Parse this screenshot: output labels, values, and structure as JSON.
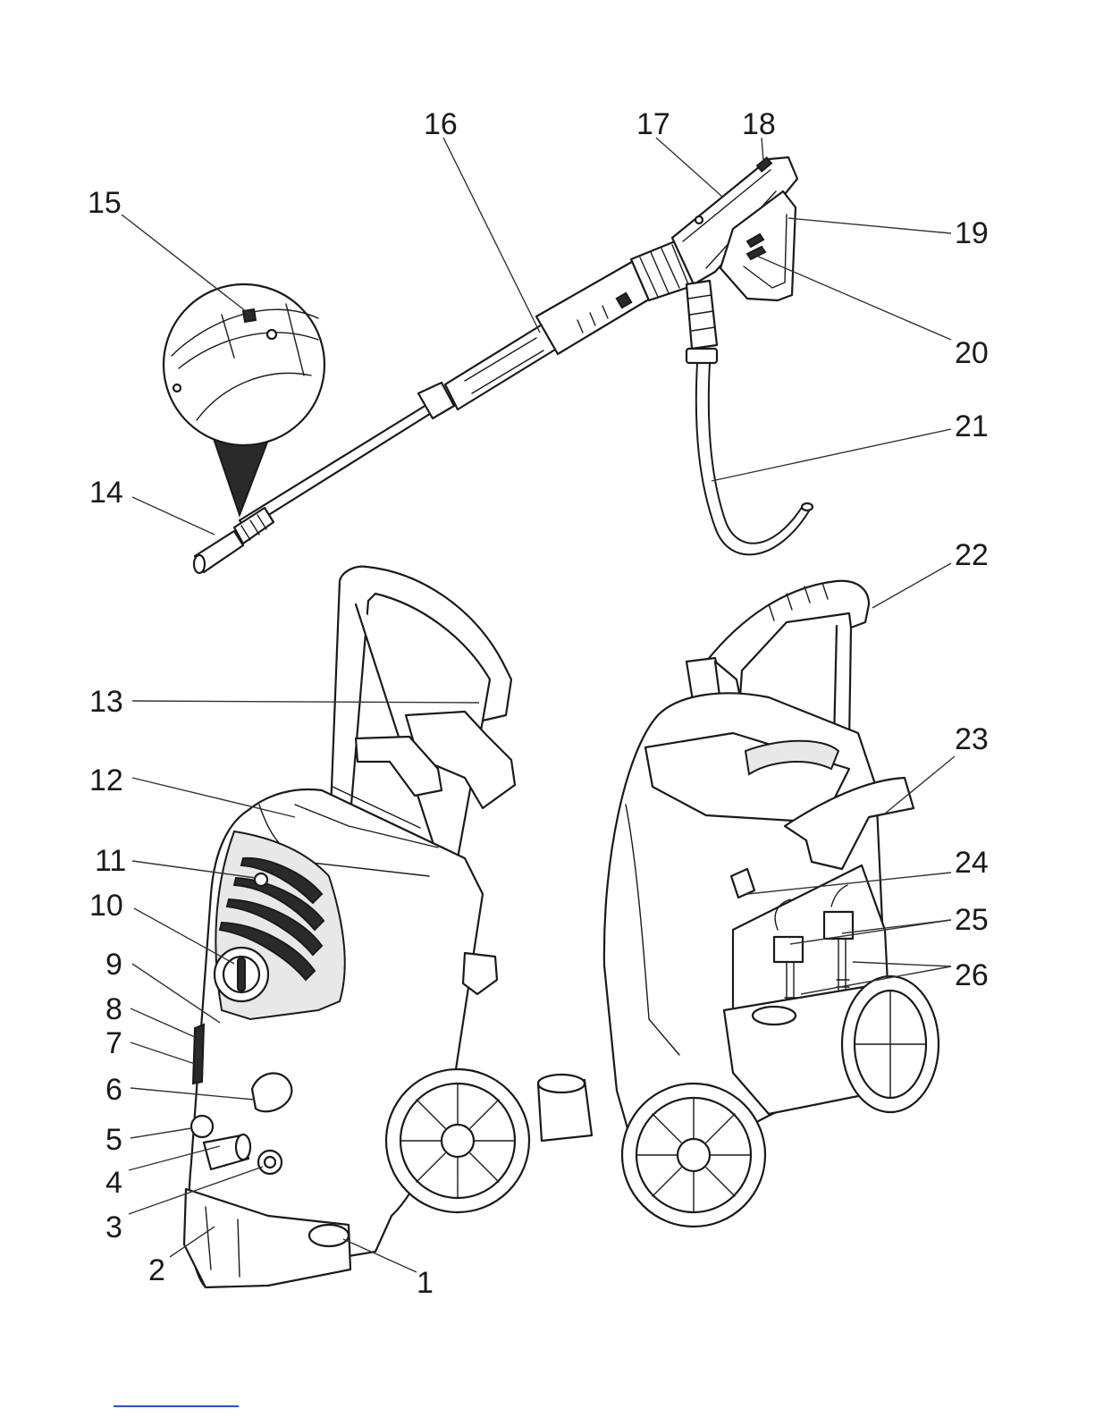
{
  "callouts": [
    {
      "id": "1",
      "text": "1"
    },
    {
      "id": "2",
      "text": "2"
    },
    {
      "id": "3",
      "text": "3"
    },
    {
      "id": "4",
      "text": "4"
    },
    {
      "id": "5",
      "text": "5"
    },
    {
      "id": "6",
      "text": "6"
    },
    {
      "id": "7",
      "text": "7"
    },
    {
      "id": "8",
      "text": "8"
    },
    {
      "id": "9",
      "text": "9"
    },
    {
      "id": "10",
      "text": "10"
    },
    {
      "id": "11",
      "text": "11"
    },
    {
      "id": "12",
      "text": "12"
    },
    {
      "id": "13",
      "text": "13"
    },
    {
      "id": "14",
      "text": "14"
    },
    {
      "id": "15",
      "text": "15"
    },
    {
      "id": "16",
      "text": "16"
    },
    {
      "id": "17",
      "text": "17"
    },
    {
      "id": "18",
      "text": "18"
    },
    {
      "id": "19",
      "text": "19"
    },
    {
      "id": "20",
      "text": "20"
    },
    {
      "id": "21",
      "text": "21"
    },
    {
      "id": "22",
      "text": "22"
    },
    {
      "id": "23",
      "text": "23"
    },
    {
      "id": "24",
      "text": "24"
    },
    {
      "id": "25",
      "text": "25"
    },
    {
      "id": "26",
      "text": "26"
    }
  ]
}
